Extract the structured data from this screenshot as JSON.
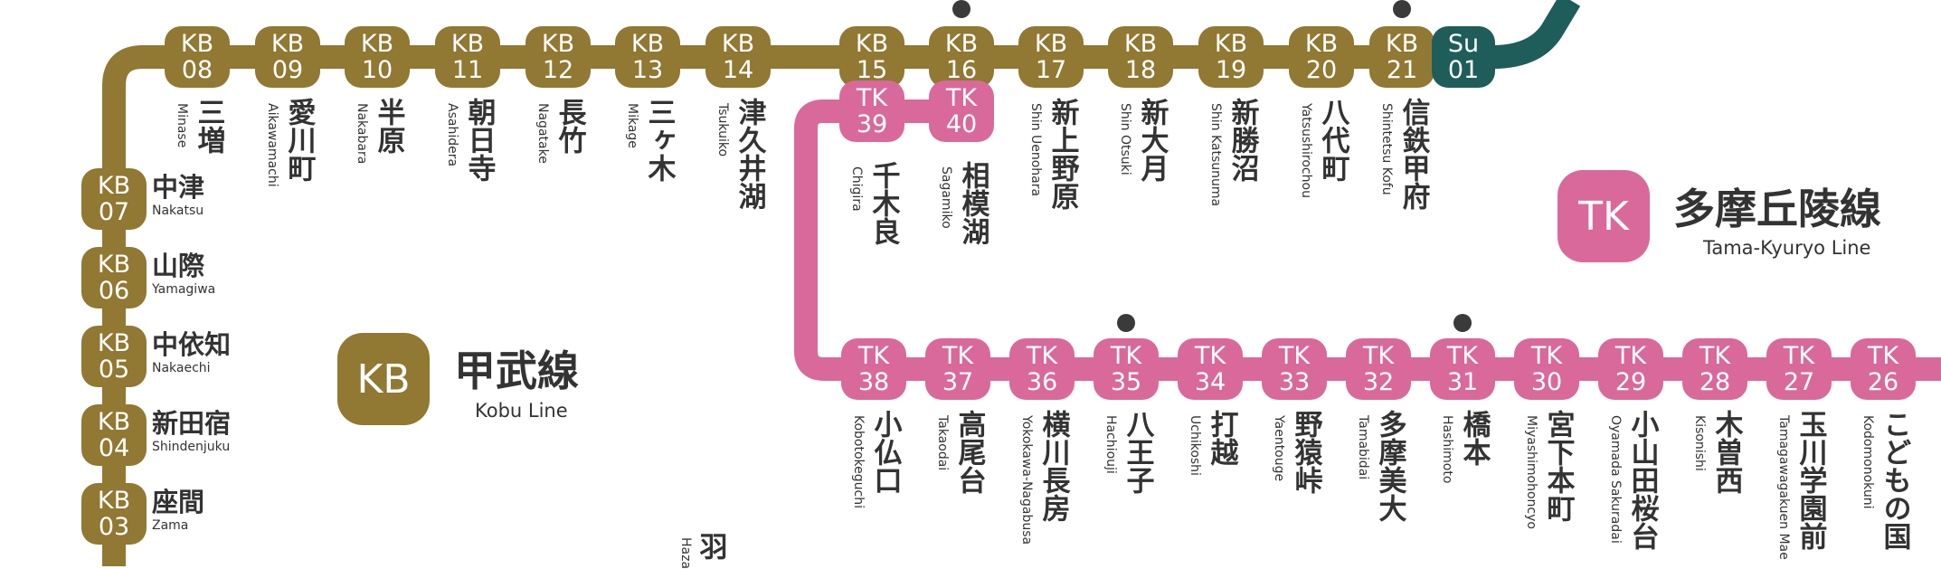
{
  "colors": {
    "kobu": "#917833",
    "tama": "#d9699b",
    "su": "#1f5d5a",
    "transfer_dot": "#3a3a3a",
    "text": "#333333"
  },
  "lines": {
    "kobu": {
      "code": "KB",
      "name_ja": "甲武線",
      "name_en": "Kobu Line"
    },
    "tama": {
      "code": "TK",
      "name_ja": "多摩丘陵線",
      "name_en": "Tama-Kyuryo Line"
    },
    "su": {
      "code": "Su"
    }
  },
  "stations": {
    "kobu_top": [
      {
        "prefix": "KB",
        "num": "08",
        "ja": "三増",
        "en": "Minase"
      },
      {
        "prefix": "KB",
        "num": "09",
        "ja": "愛川町",
        "en": "Aikawamachi"
      },
      {
        "prefix": "KB",
        "num": "10",
        "ja": "半原",
        "en": "Nakabara"
      },
      {
        "prefix": "KB",
        "num": "11",
        "ja": "朝日寺",
        "en": "Asahidera"
      },
      {
        "prefix": "KB",
        "num": "12",
        "ja": "長竹",
        "en": "Nagatake"
      },
      {
        "prefix": "KB",
        "num": "13",
        "ja": "三ヶ木",
        "en": "Mikage"
      },
      {
        "prefix": "KB",
        "num": "14",
        "ja": "津久井湖",
        "en": "Tsukuiko"
      },
      {
        "prefix": "KB",
        "num": "15"
      },
      {
        "prefix": "KB",
        "num": "16",
        "transfer": true
      },
      {
        "prefix": "KB",
        "num": "17",
        "ja": "新上野原",
        "en": "Shin Uenohara"
      },
      {
        "prefix": "KB",
        "num": "18",
        "ja": "新大月",
        "en": "Shin Otsuki"
      },
      {
        "prefix": "KB",
        "num": "19",
        "ja": "新勝沼",
        "en": "Shin Katsunuma"
      },
      {
        "prefix": "KB",
        "num": "20",
        "ja": "八代町",
        "en": "Yatsushirochou"
      },
      {
        "prefix": "KB",
        "num": "21",
        "ja": "信鉄甲府",
        "en": "Shintetsu Kofu",
        "transfer": true
      }
    ],
    "su_top": {
      "prefix": "Su",
      "num": "01"
    },
    "kobu_left": [
      {
        "prefix": "KB",
        "num": "07",
        "ja": "中津",
        "en": "Nakatsu"
      },
      {
        "prefix": "KB",
        "num": "06",
        "ja": "山際",
        "en": "Yamagiwa"
      },
      {
        "prefix": "KB",
        "num": "05",
        "ja": "中依知",
        "en": "Nakaechi"
      },
      {
        "prefix": "KB",
        "num": "04",
        "ja": "新田宿",
        "en": "Shindenjuku"
      },
      {
        "prefix": "KB",
        "num": "03",
        "ja": "座間",
        "en": "Zama"
      }
    ],
    "tama_upper": [
      {
        "prefix": "TK",
        "num": "39",
        "ja": "千木良",
        "en": "Chigira"
      },
      {
        "prefix": "TK",
        "num": "40",
        "ja": "相模湖",
        "en": "Sagamiko"
      }
    ],
    "tama_lower": [
      {
        "prefix": "TK",
        "num": "38",
        "ja": "小仏口",
        "en": "Kobotokeguchi"
      },
      {
        "prefix": "TK",
        "num": "37",
        "ja": "高尾台",
        "en": "Takaodai"
      },
      {
        "prefix": "TK",
        "num": "36",
        "ja": "横川長房",
        "en": "Yokokawa-Nagabusa"
      },
      {
        "prefix": "TK",
        "num": "35",
        "ja": "八王子",
        "en": "Hachiouji",
        "transfer": true
      },
      {
        "prefix": "TK",
        "num": "34",
        "ja": "打越",
        "en": "Uchikoshi"
      },
      {
        "prefix": "TK",
        "num": "33",
        "ja": "野猿峠",
        "en": "Yaentouge"
      },
      {
        "prefix": "TK",
        "num": "32",
        "ja": "多摩美大",
        "en": "Tamabidai"
      },
      {
        "prefix": "TK",
        "num": "31",
        "ja": "橋本",
        "en": "Hashimoto",
        "transfer": true
      },
      {
        "prefix": "TK",
        "num": "30",
        "ja": "宮下本町",
        "en": "Miyashimohoncyo"
      },
      {
        "prefix": "TK",
        "num": "29",
        "ja": "小山田桜台",
        "en": "Oyamada Sakuradai"
      },
      {
        "prefix": "TK",
        "num": "28",
        "ja": "木曽西",
        "en": "Kisonishi"
      },
      {
        "prefix": "TK",
        "num": "27",
        "ja": "玉川学園前",
        "en": "Tamagawagakuen Mae"
      },
      {
        "prefix": "TK",
        "num": "26",
        "ja": "こどもの国",
        "en": "Kodomonokuni"
      }
    ],
    "partial": {
      "ja": "羽",
      "en": "Haza"
    }
  }
}
